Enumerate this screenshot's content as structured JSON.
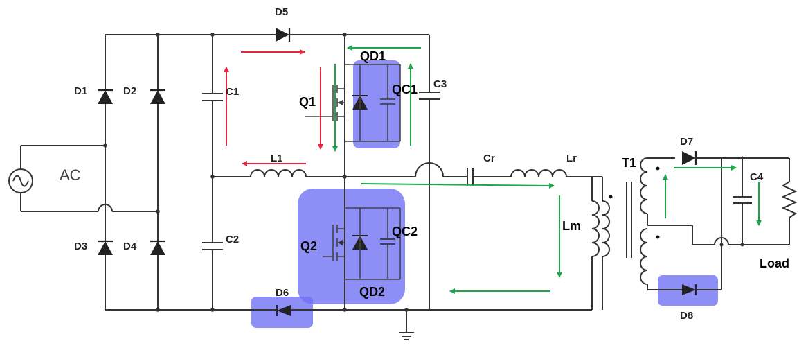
{
  "labels": {
    "ac": "AC",
    "d1": "D1",
    "d2": "D2",
    "d3": "D3",
    "d4": "D4",
    "d5": "D5",
    "d6": "D6",
    "d7": "D7",
    "d8": "D8",
    "c1": "C1",
    "c2": "C2",
    "c3": "C3",
    "c4": "C4",
    "l1": "L1",
    "lr": "Lr",
    "cr": "Cr",
    "lm": "Lm",
    "t1": "T1",
    "q1": "Q1",
    "q2": "Q2",
    "qd1": "QD1",
    "qd2": "QD2",
    "qc1": "QC1",
    "qc2": "QC2",
    "load": "Load"
  },
  "colors": {
    "wire": "#333333",
    "highlight": "#6e6ef5",
    "arrow_red": "#e8253c",
    "arrow_green": "#1ea84e"
  }
}
